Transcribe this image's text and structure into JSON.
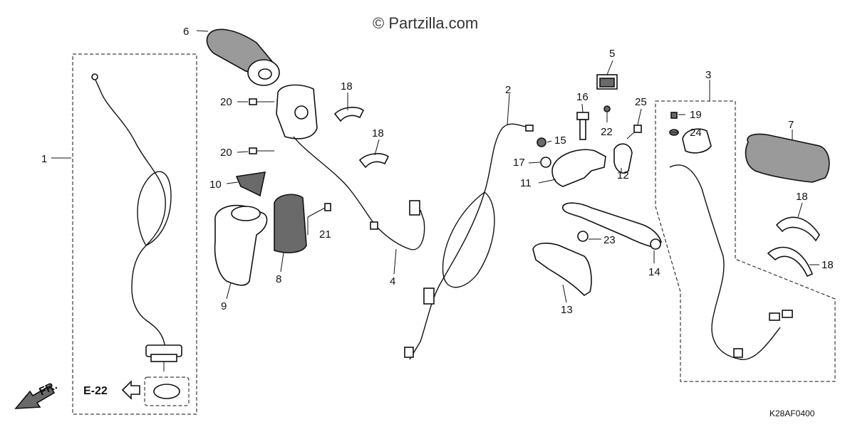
{
  "copyright": "© Partzilla.com",
  "diagram_code": "K28AF0400",
  "reference": {
    "label": "E-22"
  },
  "direction": {
    "label": "FR."
  },
  "callouts": [
    {
      "id": "1",
      "label": "1"
    },
    {
      "id": "2",
      "label": "2"
    },
    {
      "id": "3",
      "label": "3"
    },
    {
      "id": "4",
      "label": "4"
    },
    {
      "id": "5",
      "label": "5"
    },
    {
      "id": "6",
      "label": "6"
    },
    {
      "id": "7",
      "label": "7"
    },
    {
      "id": "8",
      "label": "8"
    },
    {
      "id": "9",
      "label": "9"
    },
    {
      "id": "10",
      "label": "10"
    },
    {
      "id": "11",
      "label": "11"
    },
    {
      "id": "12",
      "label": "12"
    },
    {
      "id": "13",
      "label": "13"
    },
    {
      "id": "14",
      "label": "14"
    },
    {
      "id": "15",
      "label": "15"
    },
    {
      "id": "16",
      "label": "16"
    },
    {
      "id": "17",
      "label": "17"
    },
    {
      "id": "18a",
      "label": "18"
    },
    {
      "id": "18b",
      "label": "18"
    },
    {
      "id": "18c",
      "label": "18"
    },
    {
      "id": "18d",
      "label": "18"
    },
    {
      "id": "19",
      "label": "19"
    },
    {
      "id": "20a",
      "label": "20"
    },
    {
      "id": "20b",
      "label": "20"
    },
    {
      "id": "21",
      "label": "21"
    },
    {
      "id": "22",
      "label": "22"
    },
    {
      "id": "23",
      "label": "23"
    },
    {
      "id": "24",
      "label": "24"
    },
    {
      "id": "25",
      "label": "25"
    }
  ]
}
